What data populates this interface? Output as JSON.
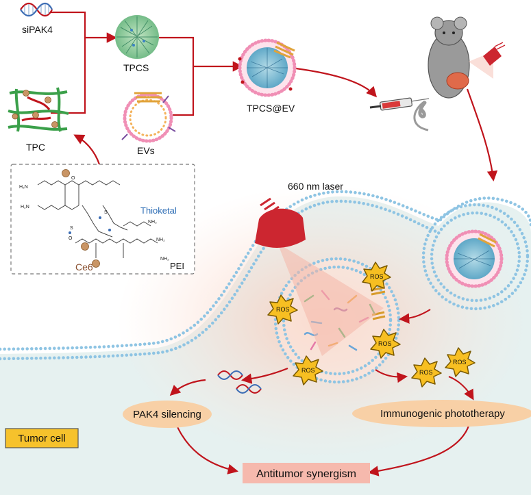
{
  "labels": {
    "sipak4": "siPAK4",
    "tpcs": "TPCS",
    "tpc": "TPC",
    "evs": "EVs",
    "tpcs_ev": "TPCS@EV",
    "laser": "660 nm laser",
    "thioketal": "Thioketal",
    "ce6": "Ce6",
    "pei": "PEI",
    "ros": "ROS",
    "pak4_silencing": "PAK4 silencing",
    "immunogenic": "Immunogenic phototherapy",
    "antitumor": "Antitumor synergism",
    "tumor_cell": "Tumor cell"
  },
  "chem_labels": {
    "nh2": "NH₂",
    "h2n": "H₂N",
    "n": "N",
    "h": "H",
    "s": "S",
    "o": "O"
  },
  "colors": {
    "arrow": "#c0141c",
    "membrane": "#8ec4e3",
    "tumor_bg": "#e6f1f0",
    "ros_fill": "#f7bf22",
    "pill_fill": "#f8d0a6",
    "antitumor_fill": "#f6b9ad",
    "tumor_label_fill": "#f6c22c",
    "laser_red": "#cc2630",
    "thioketal_text": "#2d6db5",
    "ce6_text": "#8a5030",
    "mouse_gray": "#9a9a9a"
  }
}
